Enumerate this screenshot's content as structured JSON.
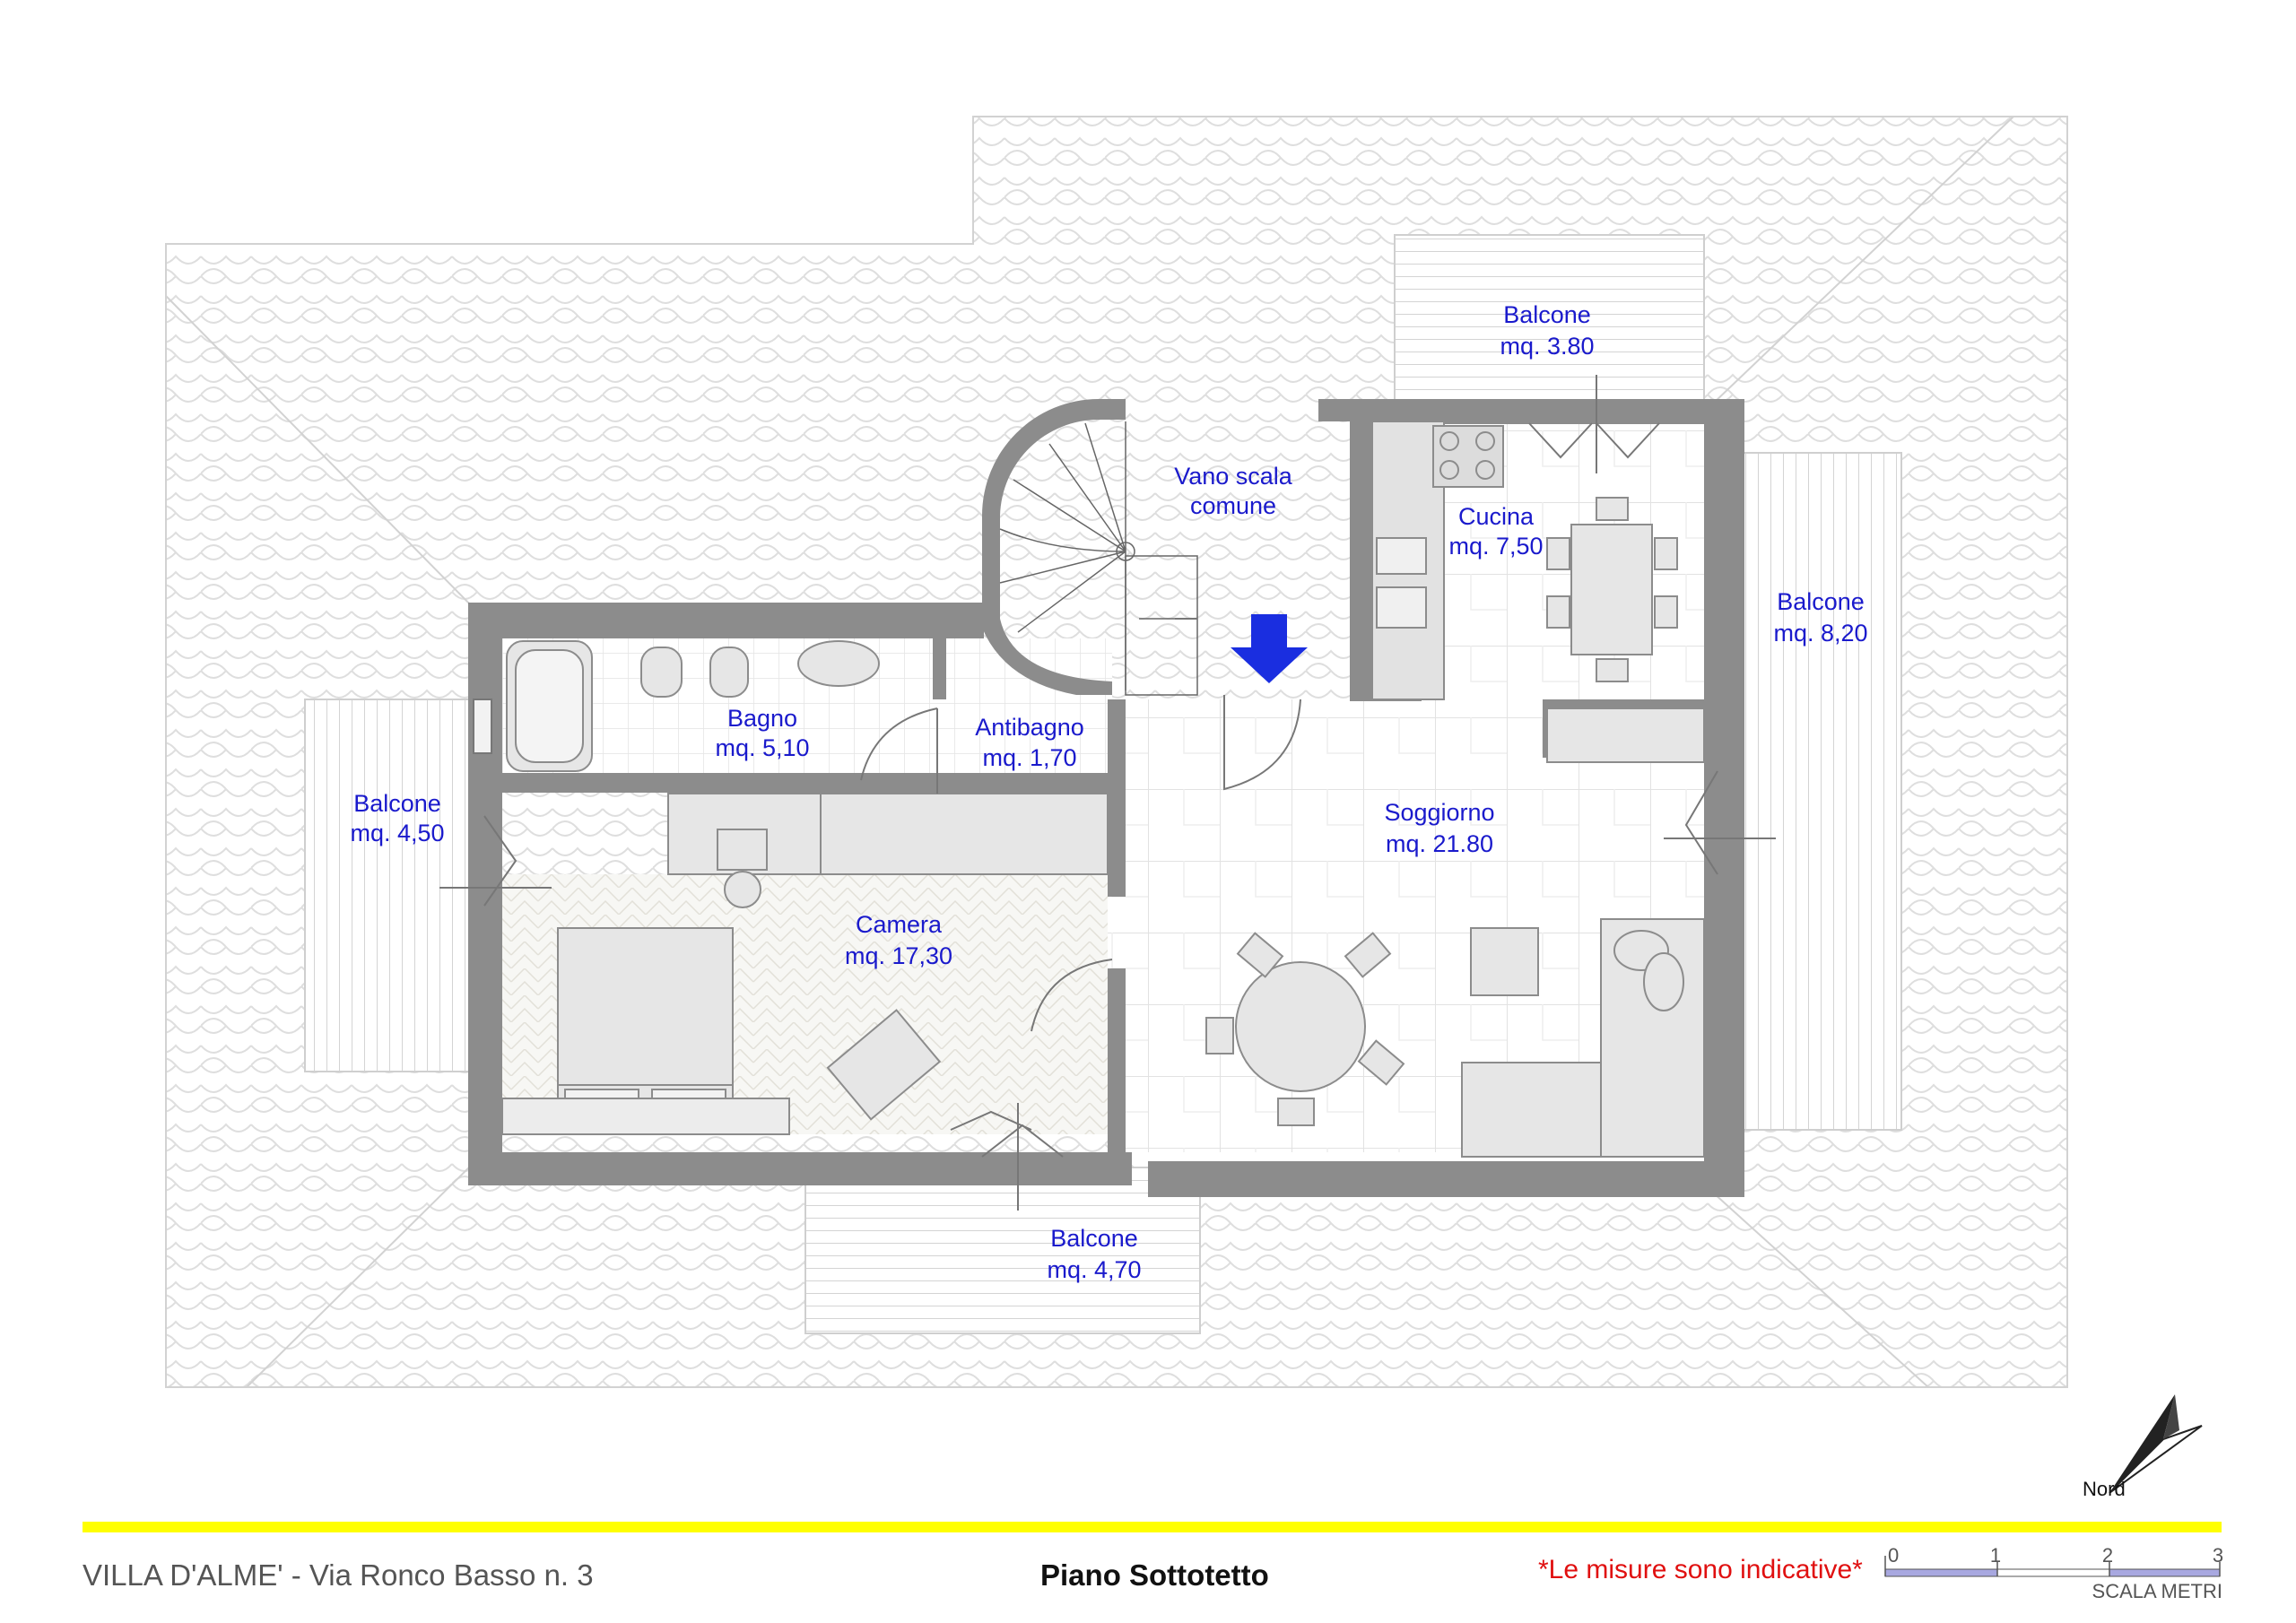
{
  "rooms": {
    "balcone_top": {
      "name": "Balcone",
      "area": "mq. 3.80"
    },
    "vano_scala": {
      "line1": "Vano scala",
      "line2": "comune"
    },
    "cucina": {
      "name": "Cucina",
      "area": "mq. 7,50"
    },
    "balcone_right": {
      "name": "Balcone",
      "area": "mq. 8,20"
    },
    "bagno": {
      "name": "Bagno",
      "area": "mq. 5,10"
    },
    "antibagno": {
      "name": "Antibagno",
      "area": "mq. 1,70"
    },
    "soggiorno": {
      "name": "Soggiorno",
      "area": "mq. 21.80"
    },
    "balcone_left": {
      "name": "Balcone",
      "area": "mq. 4,50"
    },
    "camera": {
      "name": "Camera",
      "area": "mq. 17,30"
    },
    "balcone_bottom": {
      "name": "Balcone",
      "area": "mq. 4,70"
    }
  },
  "north": {
    "label": "Nord"
  },
  "footer": {
    "address": "VILLA D'ALME' - Via Ronco Basso n. 3",
    "floor": "Piano Sottotetto",
    "disclaimer": "*Le misure sono indicative*"
  },
  "scale_bar": {
    "ticks": [
      "0",
      "1",
      "2",
      "3"
    ],
    "caption": "SCALA METRI"
  },
  "colors": {
    "walls": "#8c8c8c",
    "labels": "#1a1acc",
    "footer_line": "#ffff00",
    "disclaimer": "#e01010",
    "entry_arrow": "#1a2ee0",
    "scale_fill": "#a8a8e0"
  }
}
